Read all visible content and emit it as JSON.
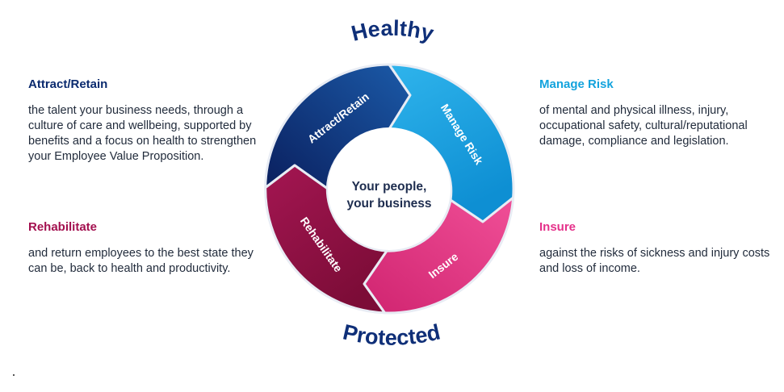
{
  "diagram": {
    "top_word": "Healthy",
    "bottom_word": "Protected",
    "center_line1": "Your people,",
    "center_line2": "your business",
    "segments": {
      "attract": "Attract/Retain",
      "manage": "Manage Risk",
      "insure": "Insure",
      "rehab": "Rehabilitate"
    }
  },
  "panels": {
    "attract": {
      "heading": "Attract/Retain",
      "body": "the talent your business needs, through a culture of care and wellbeing, supported by benefits and a focus on health to strengthen your Employee Value Proposition."
    },
    "manage": {
      "heading": "Manage Risk",
      "body": "of mental and physical illness, injury, occupational safety, cultural/reputational damage, compliance and legislation."
    },
    "rehab": {
      "heading": "Rehabilitate",
      "body": "and return employees to the best state they can be, back to health and productivity."
    },
    "insure": {
      "heading": "Insure",
      "body": "against the risks of sickness and injury costs and loss of income."
    }
  },
  "colors": {
    "navy": "#0a2a6e",
    "navy_dark": "#0a2060",
    "sky": "#129bd9",
    "sky_light": "#2db2ea",
    "pink": "#e8307e",
    "pink_light": "#ef4b95",
    "maroon": "#8a0e3f",
    "maroon_light": "#a81553",
    "crimson_heading": "#a3104f",
    "pink_heading": "#e5318a",
    "sky_heading": "#13a3dd"
  }
}
